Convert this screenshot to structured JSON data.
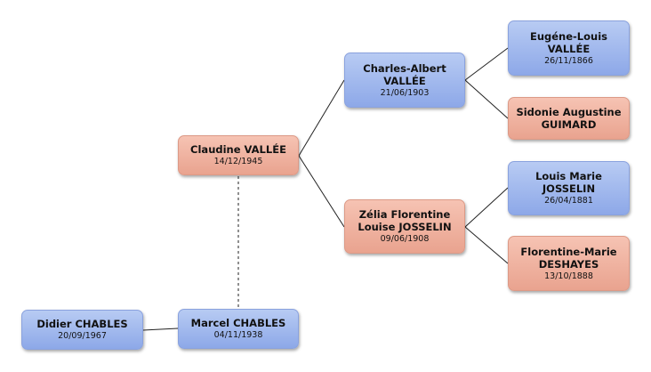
{
  "people": {
    "claudine": {
      "name": "Claudine VALLÉE",
      "date": "14/12/1945"
    },
    "marcel": {
      "name": "Marcel CHABLES",
      "date": "04/11/1938"
    },
    "didier": {
      "name": "Didier CHABLES",
      "date": "20/09/1967"
    },
    "charles_albert": {
      "name1": "Charles-Albert",
      "name2": "VALLÉE",
      "date": "21/06/1903"
    },
    "zelia": {
      "name1": "Zélia Florentine",
      "name2": "Louise JOSSELIN",
      "date": "09/06/1908"
    },
    "eugene": {
      "name1": "Eugéne-Louis",
      "name2": "VALLÉE",
      "date": "26/11/1866"
    },
    "sidonie": {
      "name1": "Sidonie Augustine",
      "name2": "GUIMARD"
    },
    "louis": {
      "name1": "Louis Marie",
      "name2": "JOSSELIN",
      "date": "26/04/1881"
    },
    "florentine": {
      "name1": "Florentine-Marie",
      "name2": "DESHAYES",
      "date": "13/10/1888"
    }
  },
  "colors": {
    "male_box": "#9db5ec",
    "female_box": "#eeaf9c",
    "connector": "#222222",
    "marriage_link": "#555555"
  }
}
